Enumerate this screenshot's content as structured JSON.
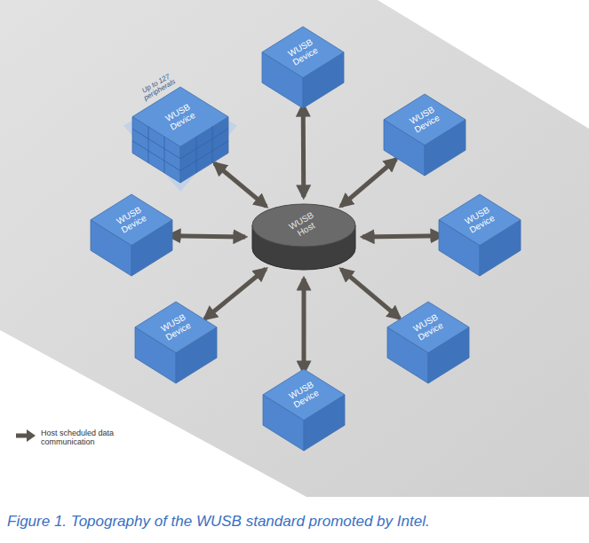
{
  "diagram": {
    "caption": "Figure 1. Topography of the WUSB standard promoted by Intel.",
    "nodes": [
      {
        "text": [
          "WUSB Device"
        ]
      },
      {
        "text": [
          "WUSB Device"
        ]
      },
      {
        "text": [
          "WUSB Device"
        ]
      },
      {
        "text": [
          "WUSB Device"
        ]
      },
      {
        "text": [
          "WUSB Host"
        ]
      },
      {
        "text": [
          "WUSB Device"
        ]
      },
      {
        "text": [
          "WUSB Device"
        ]
      },
      {
        "text": [
          "WUSB Device"
        ]
      },
      {
        "text": [
          "WUSB Device"
        ]
      }
    ],
    "edges": [
      {
        "from": 4,
        "to": 0,
        "arrow": "both"
      },
      {
        "from": 4,
        "to": 1,
        "arrow": "both"
      },
      {
        "from": 4,
        "to": 2,
        "arrow": "both"
      },
      {
        "from": 4,
        "to": 3,
        "arrow": "both"
      },
      {
        "from": 4,
        "to": 5,
        "arrow": "both"
      },
      {
        "from": 4,
        "to": 6,
        "arrow": "both"
      },
      {
        "from": 4,
        "to": 7,
        "arrow": "both"
      },
      {
        "from": 4,
        "to": 8,
        "arrow": "both"
      }
    ],
    "labels": [
      "Up to 127 peripherals"
    ],
    "legend": [
      {
        "text": "Host scheduled data communication"
      }
    ]
  }
}
